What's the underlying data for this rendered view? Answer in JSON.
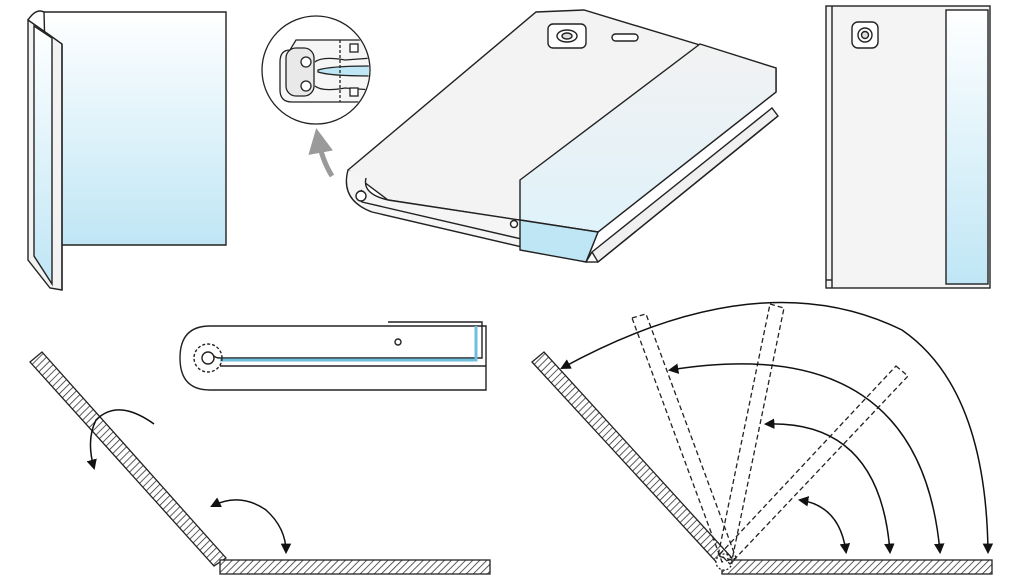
{
  "figure": {
    "views": [
      {
        "id": "open-book-perspective"
      },
      {
        "id": "hinge-detail-inset"
      },
      {
        "id": "folded-device-perspective"
      },
      {
        "id": "folded-device-front"
      },
      {
        "id": "partial-fold-angle"
      },
      {
        "id": "folded-side-section"
      },
      {
        "id": "multi-angle-fold-sequence"
      }
    ],
    "colors": {
      "line": "#222222",
      "screen_tint": "#bfe6f5",
      "screen_tint_light": "#eef8fd",
      "body": "#f3f3f3",
      "hatch": "#333333"
    }
  }
}
